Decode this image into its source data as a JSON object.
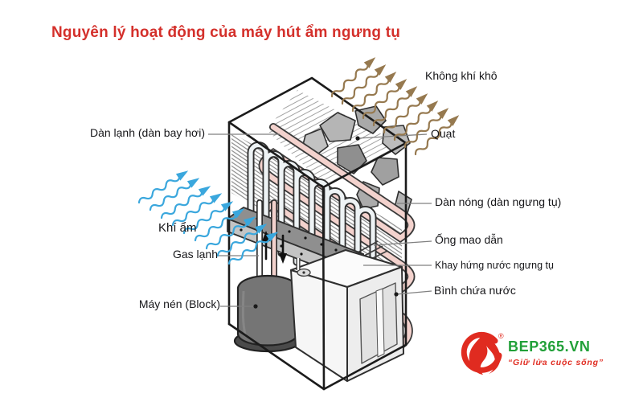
{
  "title": "Nguyên lý hoạt động của máy hút ẩm ngưng tụ",
  "labels": {
    "dry_air": "Không khí khô",
    "evaporator": "Dàn lạnh (dàn bay hơi)",
    "fan": "Quạt",
    "condenser": "Dàn nóng (dàn ngưng tụ)",
    "moist_air": "Khí ẩm",
    "capillary_tube": "Ống mao dẫn",
    "refrigerant_gas": "Gas lạnh",
    "drip_tray": "Khay hứng nước ngưng tụ",
    "compressor": "Máy nén (Block)",
    "water_tank": "Bình chứa nước"
  },
  "logo": {
    "icon": "flame-icon",
    "brand": "BEP365.VN",
    "registered": "®",
    "tagline": "“Giữ lửa cuộc sống”"
  },
  "colors": {
    "title_red": "#d4302b",
    "label_text": "#17171a",
    "moist_air_arrows": "#3aa7dd",
    "dry_air_arrows": "#96794f",
    "condenser_coil": "#f3d2cd",
    "brand_green": "#21a038",
    "brand_red": "#e02b20",
    "leader_line": "#808080"
  }
}
